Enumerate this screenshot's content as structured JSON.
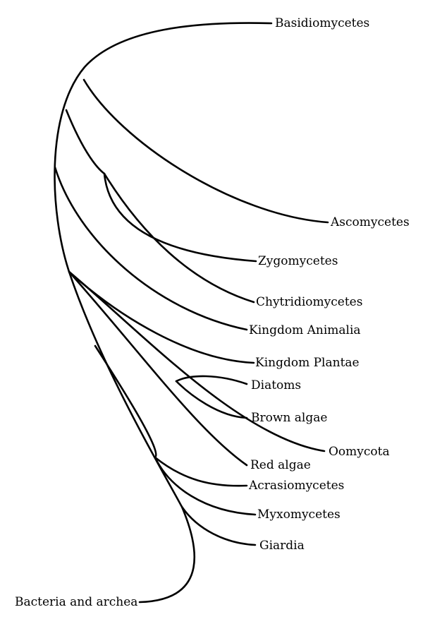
{
  "taxa": {
    "basidiomycetes": "Basidiomycetes",
    "ascomycetes": "Ascomycetes",
    "zygomycetes": "Zygomycetes",
    "chytridiomycetes": "Chytridiomycetes",
    "kingdom_animalia": "Kingdom Animalia",
    "kingdom_plantae": "Kingdom Plantae",
    "diatoms": "Diatoms",
    "brown_algae": "Brown algae",
    "oomycota": "Oomycota",
    "red_algae": "Red algae",
    "acrasiomycetes": "Acrasiomycetes",
    "myxomycetes": "Myxomycetes",
    "giardia": "Giardia",
    "root": "Bacteria and archea"
  }
}
